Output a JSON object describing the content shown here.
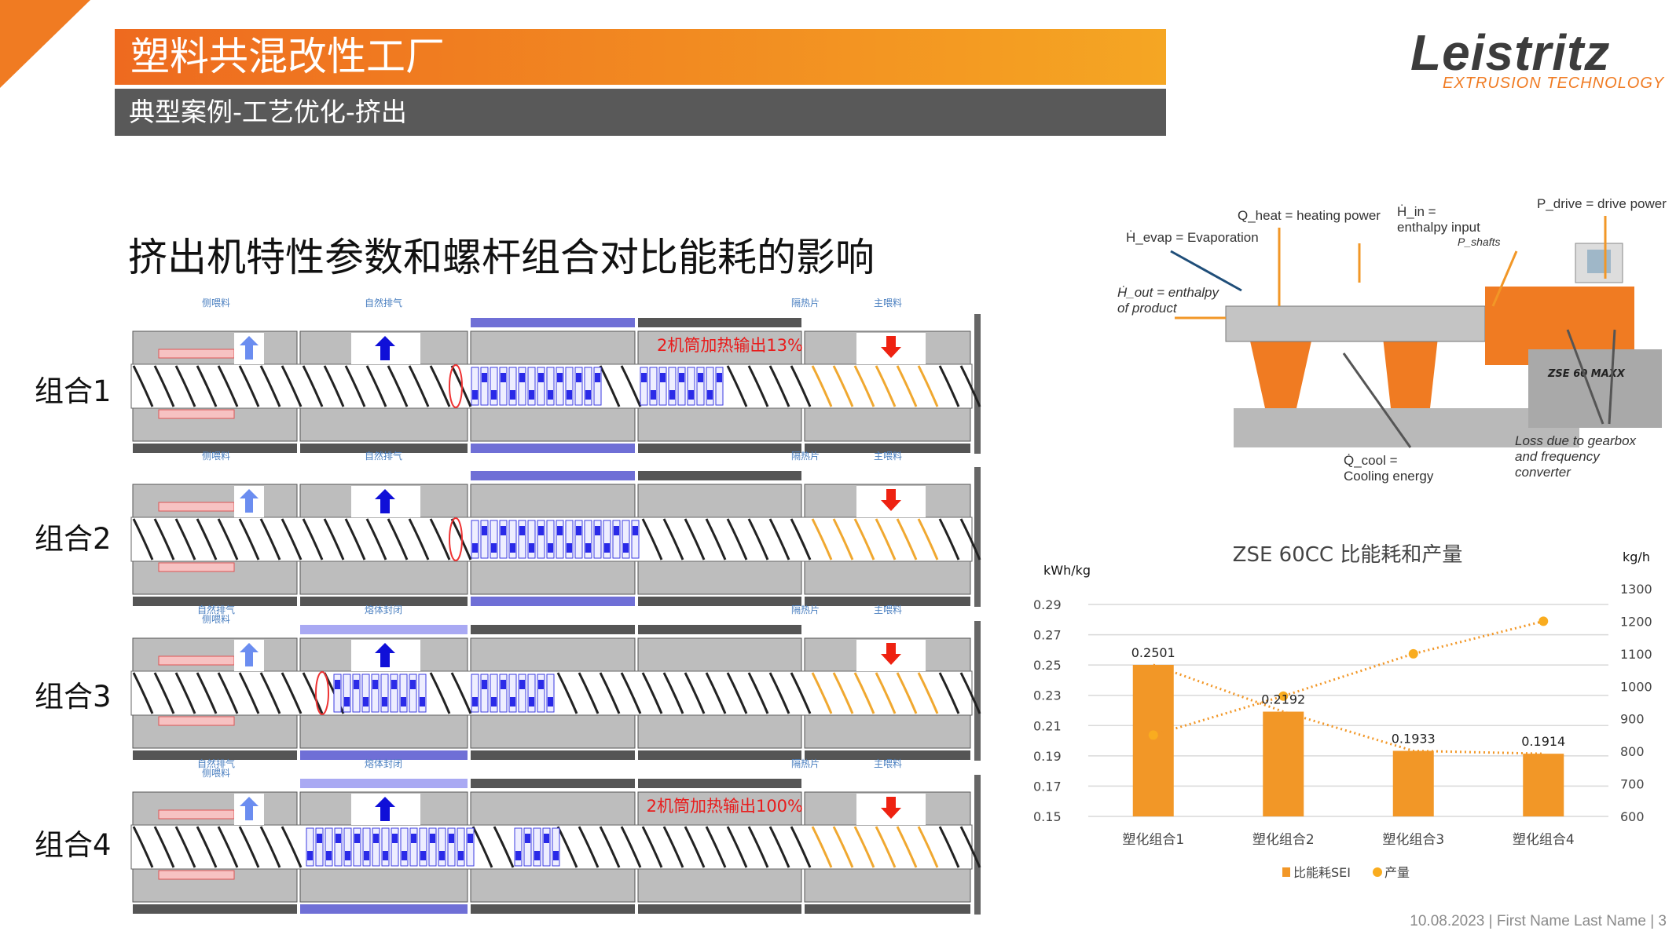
{
  "header": {
    "title": "塑料共混改性工厂",
    "subtitle": "典型案例-工艺优化-挤出"
  },
  "logo": {
    "brand": "Leistritz",
    "tagline": "EXTRUSION TECHNOLOGY"
  },
  "heading": "挤出机特性参数和螺杆组合对比能耗的影响",
  "screw_rows": [
    {
      "label": "组合1",
      "annotations": [
        "侧喂料",
        "自然排气",
        "隔热片",
        "主喂料"
      ],
      "note": "2机筒加热输出13%"
    },
    {
      "label": "组合2",
      "annotations": [
        "侧喂料",
        "自然排气",
        "隔热片",
        "主喂料"
      ],
      "note": ""
    },
    {
      "label": "组合3",
      "annotations": [
        "自然排气\n侧喂料",
        "熔体封闭",
        "隔热片",
        "主喂料"
      ],
      "note": ""
    },
    {
      "label": "组合4",
      "annotations": [
        "自然排气\n侧喂料",
        "熔体封闭",
        "隔热片",
        "主喂料"
      ],
      "note": "2机筒加热输出100%"
    }
  ],
  "machine_labels": {
    "heat": "Q_heat = heating power",
    "hin": "Ḣ_in = enthalpy input",
    "pdrive": "P_drive = drive power",
    "hevap": "Ḣ_evap = Evaporation",
    "pshafts": "P_shafts",
    "hout": "Ḣ_out = enthalpy of product",
    "qcool": "Q̇_cool = Cooling energy",
    "loss": "Loss due to gearbox and frequency converter",
    "machine_model": "ZSE 60 MAXX"
  },
  "colors": {
    "accent": "#f07b22",
    "bar": "#f29727",
    "dot": "#f9ac1f",
    "gray": "#595959"
  },
  "chart_data": {
    "type": "bar",
    "title": "ZSE 60CC 比能耗和产量",
    "ylabel": "kWh/kg",
    "y2label": "kg/h",
    "categories": [
      "塑化组合1",
      "塑化组合2",
      "塑化组合3",
      "塑化组合4"
    ],
    "ylim": [
      0.15,
      0.29
    ],
    "yticks": [
      "0.29",
      "0.27",
      "0.25",
      "0.23",
      "0.21",
      "0.19",
      "0.17",
      "0.15"
    ],
    "y2lim": [
      600,
      1300
    ],
    "y2ticks": [
      "1300",
      "1200",
      "1100",
      "1000",
      "900",
      "800",
      "700",
      "600"
    ],
    "grid": true,
    "legend_position": "bottom",
    "series": [
      {
        "name": "比能耗SEI",
        "type": "bar",
        "axis": "left",
        "values": [
          0.2501,
          0.2192,
          0.1933,
          0.1914
        ],
        "labels": [
          "0.2501",
          "0.2192",
          "0.1933",
          "0.1914"
        ]
      },
      {
        "name": "产量",
        "type": "scatter",
        "axis": "right",
        "values": [
          850,
          970,
          1100,
          1200
        ]
      }
    ]
  },
  "footer": {
    "date": "10.08.2023",
    "author": "First Name Last Name",
    "page": "3"
  }
}
